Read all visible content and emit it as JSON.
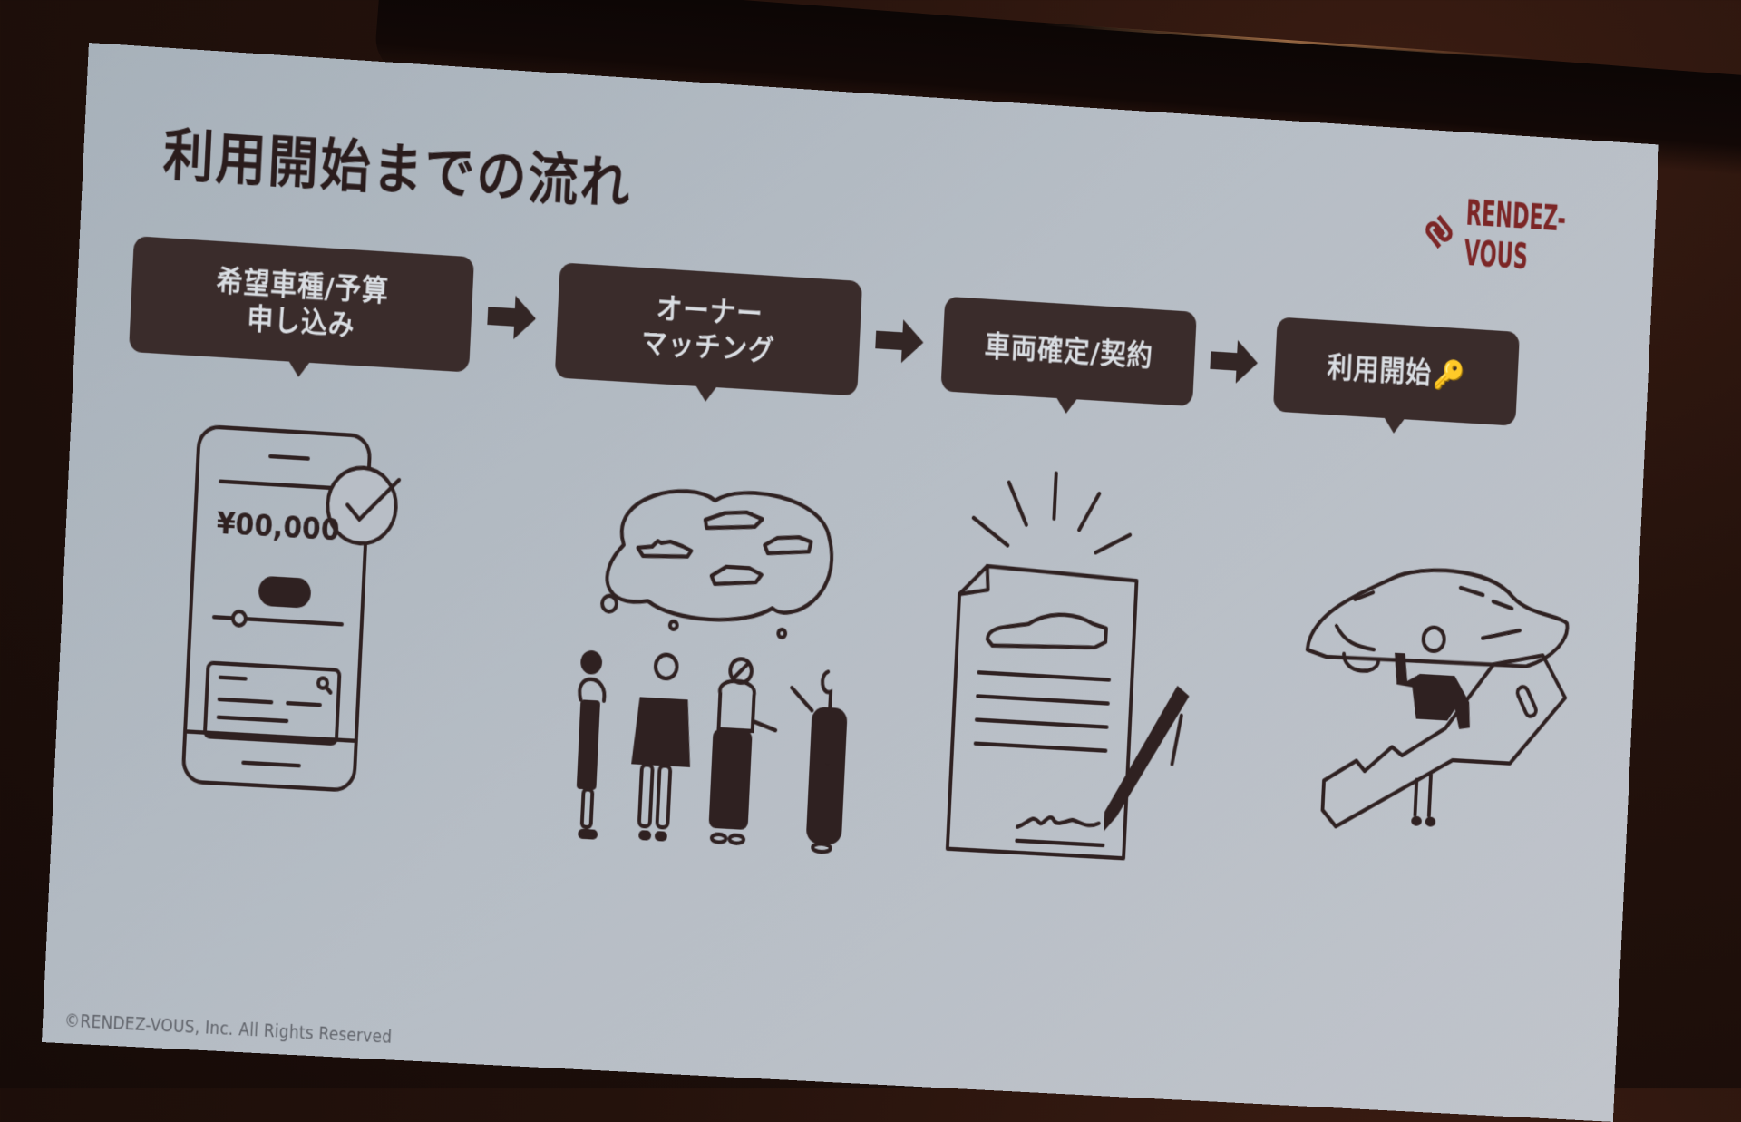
{
  "slide": {
    "title": "利用開始までの流れ",
    "brand": {
      "name": "RENDEZ-VOUS",
      "color": "#7c2626"
    },
    "copyright": "©RENDEZ-VOUS, Inc. All Rights Reserved",
    "colors": {
      "bubble_bg": "#3a2c2b",
      "bubble_text": "#d9dde2",
      "illustration": "#2f2121",
      "slide_bg": "#b6bdc5"
    },
    "steps": [
      {
        "label_line1": "希望車種/予算",
        "label_line2": "申し込み",
        "illustration": "smartphone-application-icon",
        "screen_amount": "¥00,000"
      },
      {
        "label_line1": "オーナー",
        "label_line2": "マッチング",
        "illustration": "people-thinking-of-cars-icon"
      },
      {
        "label_line1": "車両確定/契約",
        "label_line2": "",
        "illustration": "signed-car-contract-icon"
      },
      {
        "label_line1": "利用開始",
        "label_line2": "",
        "label_suffix_icon": "🔑",
        "illustration": "person-with-car-and-key-icon"
      }
    ],
    "connector_icon": "right-arrow-icon"
  }
}
